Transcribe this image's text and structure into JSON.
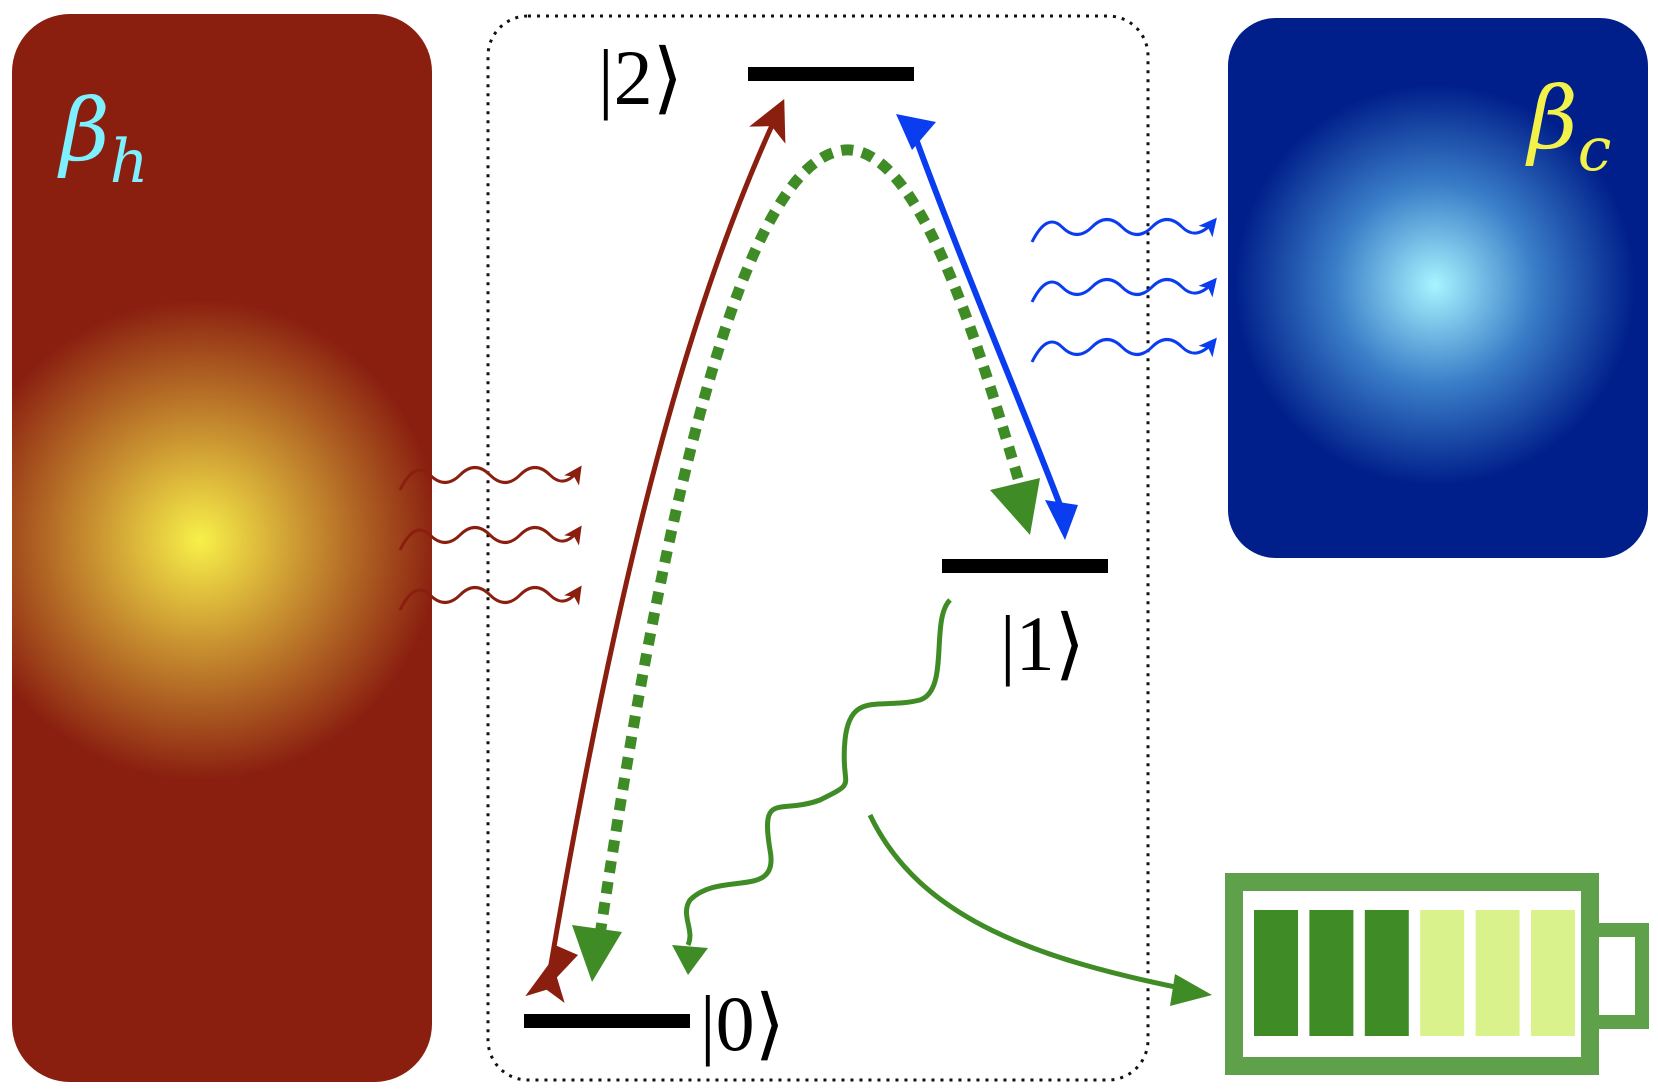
{
  "hot_bath": {
    "label": "β",
    "subscript": "h",
    "label_color": "#7ef0ff",
    "body_color": "#8a1f10",
    "glow_color": "#f8f04a"
  },
  "cold_bath": {
    "label": "β",
    "subscript": "c",
    "label_color": "#f2f24a",
    "body_color": "#001f8a",
    "glow_color": "#a8f4ff"
  },
  "levels": {
    "ground": "|0⟩",
    "first": "|1⟩",
    "second": "|2⟩"
  },
  "colors": {
    "hot_transition": "#8a1f10",
    "cold_transition": "#0a3cf0",
    "work_transition": "#3f8c26",
    "level_line": "#000000",
    "battery_frame": "#5fa04a",
    "battery_cell_full": "#3f8c26",
    "battery_cell_empty": "#d9f28c"
  },
  "battery": {
    "cells_total": 6,
    "cells_filled": 3
  },
  "icons": [
    "hot-bath-glow",
    "cold-bath-glow",
    "battery-icon",
    "photon-wavy-arrow"
  ]
}
